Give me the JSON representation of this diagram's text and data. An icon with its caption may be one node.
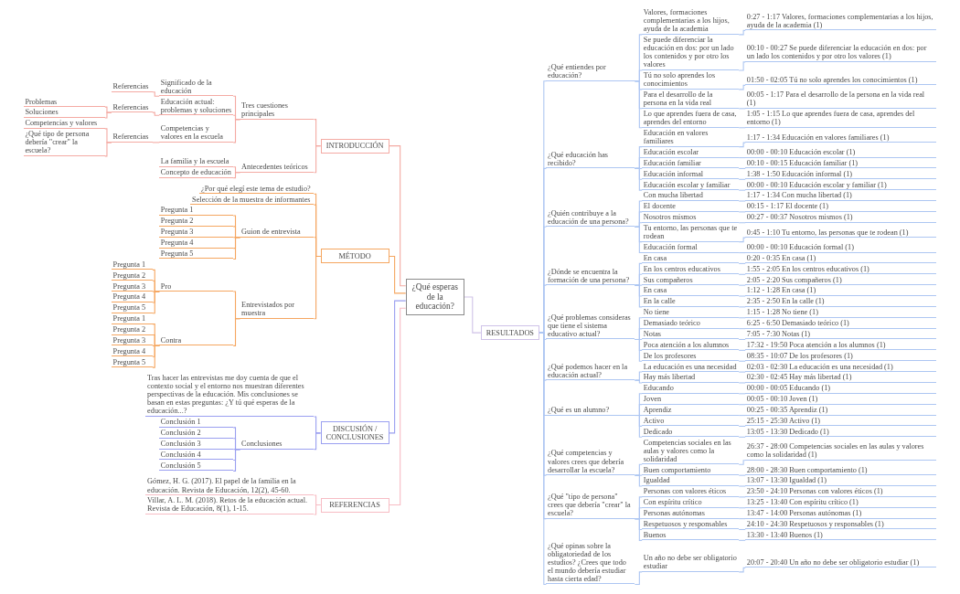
{
  "diagram": {
    "nodes": [
      {
        "text": [
          "¿Qué esperas de la educación?"
        ]
      },
      {
        "text": [
          "INTRODUCCIÓN"
        ]
      },
      {
        "text": [
          "Tres cuestiones principales"
        ]
      },
      {
        "text": [
          "Significado de la educación"
        ]
      },
      {
        "text": [
          "Referencias"
        ]
      },
      {
        "text": [
          "Educación actual: problemas y soluciones"
        ]
      },
      {
        "text": [
          "Referencias"
        ]
      },
      {
        "text": [
          "Problemas"
        ]
      },
      {
        "text": [
          "Soluciones"
        ]
      },
      {
        "text": [
          "Competencias y valores en la escuela"
        ]
      },
      {
        "text": [
          "Referencias"
        ]
      },
      {
        "text": [
          "Competencias y valores"
        ]
      },
      {
        "text": [
          "¿Qué tipo de persona debería \"crear\" la escuela?"
        ]
      },
      {
        "text": [
          "Antecedentes teóricos"
        ]
      },
      {
        "text": [
          "La familia y la escuela"
        ]
      },
      {
        "text": [
          "Concepto de educación"
        ]
      },
      {
        "text": [
          "MÉTODO"
        ]
      },
      {
        "text": [
          "¿Por qué elegí este tema de estudio?"
        ]
      },
      {
        "text": [
          "Selección de la muestra de informantes"
        ]
      },
      {
        "text": [
          "Guion de entrevista"
        ]
      },
      {
        "text": [
          "Pregunta 1"
        ]
      },
      {
        "text": [
          "Pregunta 2"
        ]
      },
      {
        "text": [
          "Pregunta 3"
        ]
      },
      {
        "text": [
          "Pregunta 4"
        ]
      },
      {
        "text": [
          "Pregunta 5"
        ]
      },
      {
        "text": [
          "Entrevistados por muestra"
        ]
      },
      {
        "text": [
          "Pro"
        ]
      },
      {
        "text": [
          "Pregunta 1"
        ]
      },
      {
        "text": [
          "Pregunta 2"
        ]
      },
      {
        "text": [
          "Pregunta 3"
        ]
      },
      {
        "text": [
          "Pregunta 4"
        ]
      },
      {
        "text": [
          "Pregunta 5"
        ]
      },
      {
        "text": [
          "Contra"
        ]
      },
      {
        "text": [
          "Pregunta 1"
        ]
      },
      {
        "text": [
          "Pregunta 2"
        ]
      },
      {
        "text": [
          "Pregunta 3"
        ]
      },
      {
        "text": [
          "Pregunta 4"
        ]
      },
      {
        "text": [
          "Pregunta 5"
        ]
      },
      {
        "text": [
          "RESULTADOS"
        ]
      },
      {
        "text": [
          "¿Qué entiendes por educación?"
        ]
      },
      {
        "text": [
          "Valores, formaciones complementarias a los hijos, ayuda de la academia"
        ]
      },
      {
        "text": [
          "0:27 - 1:17 Valores, formaciones complementarias a los hijos, ayuda de la academia (1)"
        ]
      },
      {
        "text": [
          "Se puede diferenciar la educación en dos: por un lado los contenidos y por otro los valores"
        ]
      },
      {
        "text": [
          "00:10 - 00:27 Se puede diferenciar la educación en dos: por un lado los contenidos y por otro los valores (1)"
        ]
      },
      {
        "text": [
          "Tú no solo aprendes los conocimientos"
        ]
      },
      {
        "text": [
          "01:50 - 02:05 Tú no solo aprendes los conocimientos (1)"
        ]
      },
      {
        "text": [
          "Para el desarrollo de la persona en la vida real"
        ]
      },
      {
        "text": [
          "00:05 - 1:17 Para el desarrollo de la persona en la vida real (1)"
        ]
      },
      {
        "text": [
          "Lo que aprendes fuera de casa, aprendes del entorno"
        ]
      },
      {
        "text": [
          "1:05 - 1:15 Lo que aprendes fuera de casa, aprendes del entorno (1)"
        ]
      },
      {
        "text": [
          "¿Qué educación has recibido?"
        ]
      },
      {
        "text": [
          "Educación en valores familiares"
        ]
      },
      {
        "text": [
          "1:17 - 1:34 Educación en valores familiares (1)"
        ]
      },
      {
        "text": [
          "Educación escolar"
        ]
      },
      {
        "text": [
          "00:00 - 00:10 Educación escolar (1)"
        ]
      },
      {
        "text": [
          "Educación familiar"
        ]
      },
      {
        "text": [
          "00:10 - 00:15 Educación familiar (1)"
        ]
      },
      {
        "text": [
          "Educación informal"
        ]
      },
      {
        "text": [
          "1:38 - 1:50 Educación informal (1)"
        ]
      },
      {
        "text": [
          "Educación escolar y familiar"
        ]
      },
      {
        "text": [
          "00:00 - 00:10 Educación escolar y familiar (1)"
        ]
      },
      {
        "text": [
          "¿Quién contribuye a la educación de una persona?"
        ]
      },
      {
        "text": [
          "Con mucha libertad"
        ]
      },
      {
        "text": [
          "1:17 - 1:34 Con mucha libertad (1)"
        ]
      },
      {
        "text": [
          "El docente"
        ]
      },
      {
        "text": [
          "00:15 - 1:17 El docente (1)"
        ]
      },
      {
        "text": [
          "Nosotros mismos"
        ]
      },
      {
        "text": [
          "00:27 - 00:37 Nosotros mismos (1)"
        ]
      },
      {
        "text": [
          "Tu entorno, las personas que te rodean"
        ]
      },
      {
        "text": [
          "0:45 - 1:10 Tu entorno, las personas que te rodean (1)"
        ]
      },
      {
        "text": [
          "Educación formal"
        ]
      },
      {
        "text": [
          "00:00 - 00:10 Educación formal (1)"
        ]
      },
      {
        "text": [
          "¿Dónde se encuentra la formación de una persona?"
        ]
      },
      {
        "text": [
          "En casa"
        ]
      },
      {
        "text": [
          "0:20 - 0:35 En casa (1)"
        ]
      },
      {
        "text": [
          "En los centros educativos"
        ]
      },
      {
        "text": [
          "1:55 - 2:05 En los centros educativos (1)"
        ]
      },
      {
        "text": [
          "Sus compañeros"
        ]
      },
      {
        "text": [
          "2:05 - 2:20 Sus compañeros (1)"
        ]
      },
      {
        "text": [
          "En casa"
        ]
      },
      {
        "text": [
          "1:12 - 1:28 En casa (1)"
        ]
      },
      {
        "text": [
          "En la calle"
        ]
      },
      {
        "text": [
          "2:35 - 2:50 En la calle (1)"
        ]
      },
      {
        "text": [
          "¿Qué problemas consideras que tiene el sistema educativo actual?"
        ]
      },
      {
        "text": [
          "No tiene"
        ]
      },
      {
        "text": [
          "1:15 - 1:28 No tiene (1)"
        ]
      },
      {
        "text": [
          "Demasiado teórico"
        ]
      },
      {
        "text": [
          "6:25 - 6:50 Demasiado teórico (1)"
        ]
      },
      {
        "text": [
          "Notas"
        ]
      },
      {
        "text": [
          "7:05 - 7:30 Notas (1)"
        ]
      },
      {
        "text": [
          "Poca atención a los alumnos"
        ]
      },
      {
        "text": [
          "17:32 - 19:50 Poca atención a los alumnos (1)"
        ]
      },
      {
        "text": [
          "De los profesores"
        ]
      },
      {
        "text": [
          "08:35 - 10:07 De los profesores (1)"
        ]
      },
      {
        "text": [
          "¿Qué podemos hacer en la educación actual?"
        ]
      },
      {
        "text": [
          "La educación es una necesidad"
        ]
      },
      {
        "text": [
          "02:03 - 02:30 La educación es una necesidad (1)"
        ]
      },
      {
        "text": [
          "Hay más libertad"
        ]
      },
      {
        "text": [
          "02:30 - 02:45 Hay más libertad (1)"
        ]
      },
      {
        "text": [
          "¿Qué es un alumno?"
        ]
      },
      {
        "text": [
          "Educando"
        ]
      },
      {
        "text": [
          "00:00 - 00:05 Educando (1)"
        ]
      },
      {
        "text": [
          "Joven"
        ]
      },
      {
        "text": [
          "00:05 - 00:10 Joven (1)"
        ]
      },
      {
        "text": [
          "Aprendiz"
        ]
      },
      {
        "text": [
          "00:25 - 00:35 Aprendiz (1)"
        ]
      },
      {
        "text": [
          "Activo"
        ]
      },
      {
        "text": [
          "25:15 - 25:30 Activo (1)"
        ]
      },
      {
        "text": [
          "Dedicado"
        ]
      },
      {
        "text": [
          "13:05 - 13:30 Dedicado (1)"
        ]
      },
      {
        "text": [
          "¿Qué competencias y valores crees que debería desarrollar la escuela?"
        ]
      },
      {
        "text": [
          "Competencias sociales en las aulas y valores como la solidaridad"
        ]
      },
      {
        "text": [
          "26:37 - 28:00 Competencias sociales en las aulas y valores como la solidaridad (1)"
        ]
      },
      {
        "text": [
          "Buen comportamiento"
        ]
      },
      {
        "text": [
          "28:00 - 28:30 Buen comportamiento (1)"
        ]
      },
      {
        "text": [
          "Igualdad"
        ]
      },
      {
        "text": [
          "13:07 - 13:30 Igualdad (1)"
        ]
      },
      {
        "text": [
          "¿Qué \"tipo de persona\" crees que debería \"crear\" la escuela?"
        ]
      },
      {
        "text": [
          "Personas con valores éticos"
        ]
      },
      {
        "text": [
          "23:50 - 24:10 Personas con valores éticos (1)"
        ]
      },
      {
        "text": [
          "Con espíritu crítico"
        ]
      },
      {
        "text": [
          "13:25 - 13:40 Con espíritu crítico (1)"
        ]
      },
      {
        "text": [
          "Personas autónomas"
        ]
      },
      {
        "text": [
          "13:47 - 14:00 Personas autónomas (1)"
        ]
      },
      {
        "text": [
          "Respetuosos y responsables"
        ]
      },
      {
        "text": [
          "24:10 - 24:30 Respetuosos y responsables (1)"
        ]
      },
      {
        "text": [
          "Buenos"
        ]
      },
      {
        "text": [
          "13:30 - 13:40 Buenos (1)"
        ]
      },
      {
        "text": [
          "¿Qué opinas sobre la obligatoriedad de los estudios? ¿Crees que todo el mundo debería estudiar hasta cierta edad?"
        ]
      },
      {
        "text": [
          "Un año no debe ser obligatorio estudiar"
        ]
      },
      {
        "text": [
          "20:07 - 20:40 Un año no debe ser obligatorio estudiar (1)"
        ]
      },
      {
        "text": [
          "DISCUSIÓN / CONCLUSIONES"
        ]
      },
      {
        "text": [
          "Tras hacer las entrevistas me doy cuenta de que el contexto social y el entorno nos muestran diferentes perspectivas de la educación. Mis conclusiones se basan en estas preguntas: ¿Y tú qué esperas de la educación...?"
        ]
      },
      {
        "text": [
          "Conclusiones"
        ]
      },
      {
        "text": [
          "Conclusión 1"
        ]
      },
      {
        "text": [
          "Conclusión 2"
        ]
      },
      {
        "text": [
          "Conclusión 3"
        ]
      },
      {
        "text": [
          "Conclusión 4"
        ]
      },
      {
        "text": [
          "Conclusión 5"
        ]
      },
      {
        "text": [
          "REFERENCIAS"
        ]
      },
      {
        "text": [
          "Gómez, H. G. (2017). El papel de la familia en la educación. Revista de Educación, 12(2), 45-60."
        ]
      },
      {
        "text": [
          "Villar, A. L. M. (2018). Retos de la educación actual. Revista de Educación, 8(1), 1-15."
        ]
      }
    ],
    "edges": [
      {
        "from": 0,
        "to": 1,
        "arrow": "none",
        "color": "#f4aaa3"
      },
      {
        "from": 1,
        "to": 2,
        "arrow": "none",
        "color": "#f4aaa3"
      },
      {
        "from": 2,
        "to": 3,
        "arrow": "none",
        "color": "#f4aaa3"
      },
      {
        "from": 3,
        "to": 4,
        "arrow": "none",
        "color": "#f4aaa3"
      },
      {
        "from": 2,
        "to": 5,
        "arrow": "none",
        "color": "#f4aaa3"
      },
      {
        "from": 5,
        "to": 6,
        "arrow": "none",
        "color": "#f4aaa3"
      },
      {
        "from": 6,
        "to": 7,
        "arrow": "none",
        "color": "#f4aaa3"
      },
      {
        "from": 6,
        "to": 8,
        "arrow": "none",
        "color": "#f4aaa3"
      },
      {
        "from": 2,
        "to": 9,
        "arrow": "none",
        "color": "#f4aaa3"
      },
      {
        "from": 9,
        "to": 10,
        "arrow": "none",
        "color": "#f4aaa3"
      },
      {
        "from": 10,
        "to": 11,
        "arrow": "none",
        "color": "#f4aaa3"
      },
      {
        "from": 10,
        "to": 12,
        "arrow": "none",
        "color": "#f4aaa3"
      },
      {
        "from": 1,
        "to": 13,
        "arrow": "none",
        "color": "#f4aaa3"
      },
      {
        "from": 13,
        "to": 14,
        "arrow": "none",
        "color": "#f4aaa3"
      },
      {
        "from": 13,
        "to": 15,
        "arrow": "none",
        "color": "#f4aaa3"
      },
      {
        "from": 0,
        "to": 16,
        "arrow": "none",
        "color": "#f5a660"
      },
      {
        "from": 16,
        "to": 17,
        "arrow": "none",
        "color": "#f5a660"
      },
      {
        "from": 16,
        "to": 18,
        "arrow": "none",
        "color": "#f5a660"
      },
      {
        "from": 16,
        "to": 19,
        "arrow": "none",
        "color": "#f5a660"
      },
      {
        "from": 19,
        "to": 20,
        "arrow": "none",
        "color": "#f5a660"
      },
      {
        "from": 19,
        "to": 21,
        "arrow": "none",
        "color": "#f5a660"
      },
      {
        "from": 19,
        "to": 22,
        "arrow": "none",
        "color": "#f5a660"
      },
      {
        "from": 19,
        "to": 23,
        "arrow": "none",
        "color": "#f5a660"
      },
      {
        "from": 19,
        "to": 24,
        "arrow": "none",
        "color": "#f5a660"
      },
      {
        "from": 16,
        "to": 25,
        "arrow": "none",
        "color": "#f5a660"
      },
      {
        "from": 25,
        "to": 26,
        "arrow": "none",
        "color": "#f5a660"
      },
      {
        "from": 26,
        "to": 27,
        "arrow": "none",
        "color": "#f5a660"
      },
      {
        "from": 26,
        "to": 28,
        "arrow": "none",
        "color": "#f5a660"
      },
      {
        "from": 26,
        "to": 29,
        "arrow": "none",
        "color": "#f5a660"
      },
      {
        "from": 26,
        "to": 30,
        "arrow": "none",
        "color": "#f5a660"
      },
      {
        "from": 26,
        "to": 31,
        "arrow": "none",
        "color": "#f5a660"
      },
      {
        "from": 25,
        "to": 32,
        "arrow": "none",
        "color": "#f5a660"
      },
      {
        "from": 32,
        "to": 33,
        "arrow": "none",
        "color": "#f5a660"
      },
      {
        "from": 32,
        "to": 34,
        "arrow": "none",
        "color": "#f5a660"
      },
      {
        "from": 32,
        "to": 35,
        "arrow": "none",
        "color": "#f5a660"
      },
      {
        "from": 32,
        "to": 36,
        "arrow": "none",
        "color": "#f5a660"
      },
      {
        "from": 32,
        "to": 37,
        "arrow": "none",
        "color": "#f5a660"
      },
      {
        "from": 0,
        "to": 38,
        "arrow": "none",
        "color": "#cfc2e8"
      },
      {
        "from": 38,
        "to": 39,
        "arrow": "none"
      },
      {
        "from": 39,
        "to": 40,
        "arrow": "none"
      },
      {
        "from": 40,
        "to": 41,
        "arrow": "none"
      },
      {
        "from": 39,
        "to": 42,
        "arrow": "none"
      },
      {
        "from": 42,
        "to": 43,
        "arrow": "none"
      },
      {
        "from": 39,
        "to": 44,
        "arrow": "none"
      },
      {
        "from": 44,
        "to": 45,
        "arrow": "none"
      },
      {
        "from": 39,
        "to": 46,
        "arrow": "none"
      },
      {
        "from": 46,
        "to": 47,
        "arrow": "none"
      },
      {
        "from": 39,
        "to": 48,
        "arrow": "none"
      },
      {
        "from": 48,
        "to": 49,
        "arrow": "none"
      },
      {
        "from": 38,
        "to": 50,
        "arrow": "none"
      },
      {
        "from": 50,
        "to": 51,
        "arrow": "none"
      },
      {
        "from": 51,
        "to": 52,
        "arrow": "none"
      },
      {
        "from": 50,
        "to": 53,
        "arrow": "none"
      },
      {
        "from": 53,
        "to": 54,
        "arrow": "none"
      },
      {
        "from": 50,
        "to": 55,
        "arrow": "none"
      },
      {
        "from": 55,
        "to": 56,
        "arrow": "none"
      },
      {
        "from": 50,
        "to": 57,
        "arrow": "none"
      },
      {
        "from": 57,
        "to": 58,
        "arrow": "none"
      },
      {
        "from": 50,
        "to": 59,
        "arrow": "none"
      },
      {
        "from": 59,
        "to": 60,
        "arrow": "none"
      },
      {
        "from": 38,
        "to": 61,
        "arrow": "none"
      },
      {
        "from": 61,
        "to": 62,
        "arrow": "none"
      },
      {
        "from": 62,
        "to": 63,
        "arrow": "none"
      },
      {
        "from": 61,
        "to": 64,
        "arrow": "none"
      },
      {
        "from": 64,
        "to": 65,
        "arrow": "none"
      },
      {
        "from": 61,
        "to": 66,
        "arrow": "none"
      },
      {
        "from": 66,
        "to": 67,
        "arrow": "none"
      },
      {
        "from": 61,
        "to": 68,
        "arrow": "none"
      },
      {
        "from": 68,
        "to": 69,
        "arrow": "none"
      },
      {
        "from": 61,
        "to": 70,
        "arrow": "none"
      },
      {
        "from": 70,
        "to": 71,
        "arrow": "none"
      },
      {
        "from": 38,
        "to": 72,
        "arrow": "none"
      },
      {
        "from": 72,
        "to": 73,
        "arrow": "none"
      },
      {
        "from": 73,
        "to": 74,
        "arrow": "none"
      },
      {
        "from": 72,
        "to": 75,
        "arrow": "none"
      },
      {
        "from": 75,
        "to": 76,
        "arrow": "none"
      },
      {
        "from": 72,
        "to": 77,
        "arrow": "none"
      },
      {
        "from": 77,
        "to": 78,
        "arrow": "none"
      },
      {
        "from": 72,
        "to": 79,
        "arrow": "none"
      },
      {
        "from": 79,
        "to": 80,
        "arrow": "none"
      },
      {
        "from": 72,
        "to": 81,
        "arrow": "none"
      },
      {
        "from": 81,
        "to": 82,
        "arrow": "none"
      },
      {
        "from": 38,
        "to": 83,
        "arrow": "none"
      },
      {
        "from": 83,
        "to": 84,
        "arrow": "none"
      },
      {
        "from": 84,
        "to": 85,
        "arrow": "none"
      },
      {
        "from": 83,
        "to": 86,
        "arrow": "none"
      },
      {
        "from": 86,
        "to": 87,
        "arrow": "none"
      },
      {
        "from": 83,
        "to": 88,
        "arrow": "none"
      },
      {
        "from": 88,
        "to": 89,
        "arrow": "none"
      },
      {
        "from": 83,
        "to": 90,
        "arrow": "none"
      },
      {
        "from": 90,
        "to": 91,
        "arrow": "none"
      },
      {
        "from": 83,
        "to": 92,
        "arrow": "none"
      },
      {
        "from": 92,
        "to": 93,
        "arrow": "none"
      },
      {
        "from": 38,
        "to": 94,
        "arrow": "none"
      },
      {
        "from": 94,
        "to": 95,
        "arrow": "none"
      },
      {
        "from": 95,
        "to": 96,
        "arrow": "none"
      },
      {
        "from": 94,
        "to": 97,
        "arrow": "none"
      },
      {
        "from": 97,
        "to": 98,
        "arrow": "none"
      },
      {
        "from": 38,
        "to": 99,
        "arrow": "none"
      },
      {
        "from": 99,
        "to": 100,
        "arrow": "none"
      },
      {
        "from": 100,
        "to": 101,
        "arrow": "none"
      },
      {
        "from": 99,
        "to": 102,
        "arrow": "none"
      },
      {
        "from": 102,
        "to": 103,
        "arrow": "none"
      },
      {
        "from": 99,
        "to": 104,
        "arrow": "none"
      },
      {
        "from": 104,
        "to": 105,
        "arrow": "none"
      },
      {
        "from": 99,
        "to": 106,
        "arrow": "none"
      },
      {
        "from": 106,
        "to": 107,
        "arrow": "none"
      },
      {
        "from": 99,
        "to": 108,
        "arrow": "none"
      },
      {
        "from": 108,
        "to": 109,
        "arrow": "none"
      },
      {
        "from": 38,
        "to": 110,
        "arrow": "none"
      },
      {
        "from": 110,
        "to": 111,
        "arrow": "none"
      },
      {
        "from": 111,
        "to": 112,
        "arrow": "none"
      },
      {
        "from": 110,
        "to": 113,
        "arrow": "none"
      },
      {
        "from": 113,
        "to": 114,
        "arrow": "none"
      },
      {
        "from": 110,
        "to": 115,
        "arrow": "none"
      },
      {
        "from": 115,
        "to": 116,
        "arrow": "none"
      },
      {
        "from": 38,
        "to": 117,
        "arrow": "none"
      },
      {
        "from": 117,
        "to": 118,
        "arrow": "none"
      },
      {
        "from": 118,
        "to": 119,
        "arrow": "none"
      },
      {
        "from": 117,
        "to": 120,
        "arrow": "none"
      },
      {
        "from": 120,
        "to": 121,
        "arrow": "none"
      },
      {
        "from": 117,
        "to": 122,
        "arrow": "none"
      },
      {
        "from": 122,
        "to": 123,
        "arrow": "none"
      },
      {
        "from": 117,
        "to": 124,
        "arrow": "none"
      },
      {
        "from": 124,
        "to": 125,
        "arrow": "none"
      },
      {
        "from": 117,
        "to": 126,
        "arrow": "none"
      },
      {
        "from": 126,
        "to": 127,
        "arrow": "none"
      },
      {
        "from": 38,
        "to": 128,
        "arrow": "none"
      },
      {
        "from": 128,
        "to": 129,
        "arrow": "none"
      },
      {
        "from": 129,
        "to": 130,
        "arrow": "none"
      },
      {
        "from": 0,
        "to": 131,
        "arrow": "none",
        "color": "#9a9ff0"
      },
      {
        "from": 131,
        "to": 132,
        "arrow": "none",
        "color": "#9a9ff0"
      },
      {
        "from": 131,
        "to": 133,
        "arrow": "none",
        "color": "#9a9ff0"
      },
      {
        "from": 133,
        "to": 134,
        "arrow": "none",
        "color": "#9a9ff0"
      },
      {
        "from": 133,
        "to": 135,
        "arrow": "none",
        "color": "#9a9ff0"
      },
      {
        "from": 133,
        "to": 136,
        "arrow": "none",
        "color": "#9a9ff0"
      },
      {
        "from": 133,
        "to": 137,
        "arrow": "none",
        "color": "#9a9ff0"
      },
      {
        "from": 133,
        "to": 138,
        "arrow": "none",
        "color": "#9a9ff0"
      },
      {
        "from": 0,
        "to": 139,
        "arrow": "none",
        "color": "#f7bcc4"
      },
      {
        "from": 139,
        "to": 140,
        "arrow": "none",
        "color": "#f7bcc4"
      },
      {
        "from": 139,
        "to": 141,
        "arrow": "none",
        "color": "#f7bcc4"
      }
    ]
  }
}
